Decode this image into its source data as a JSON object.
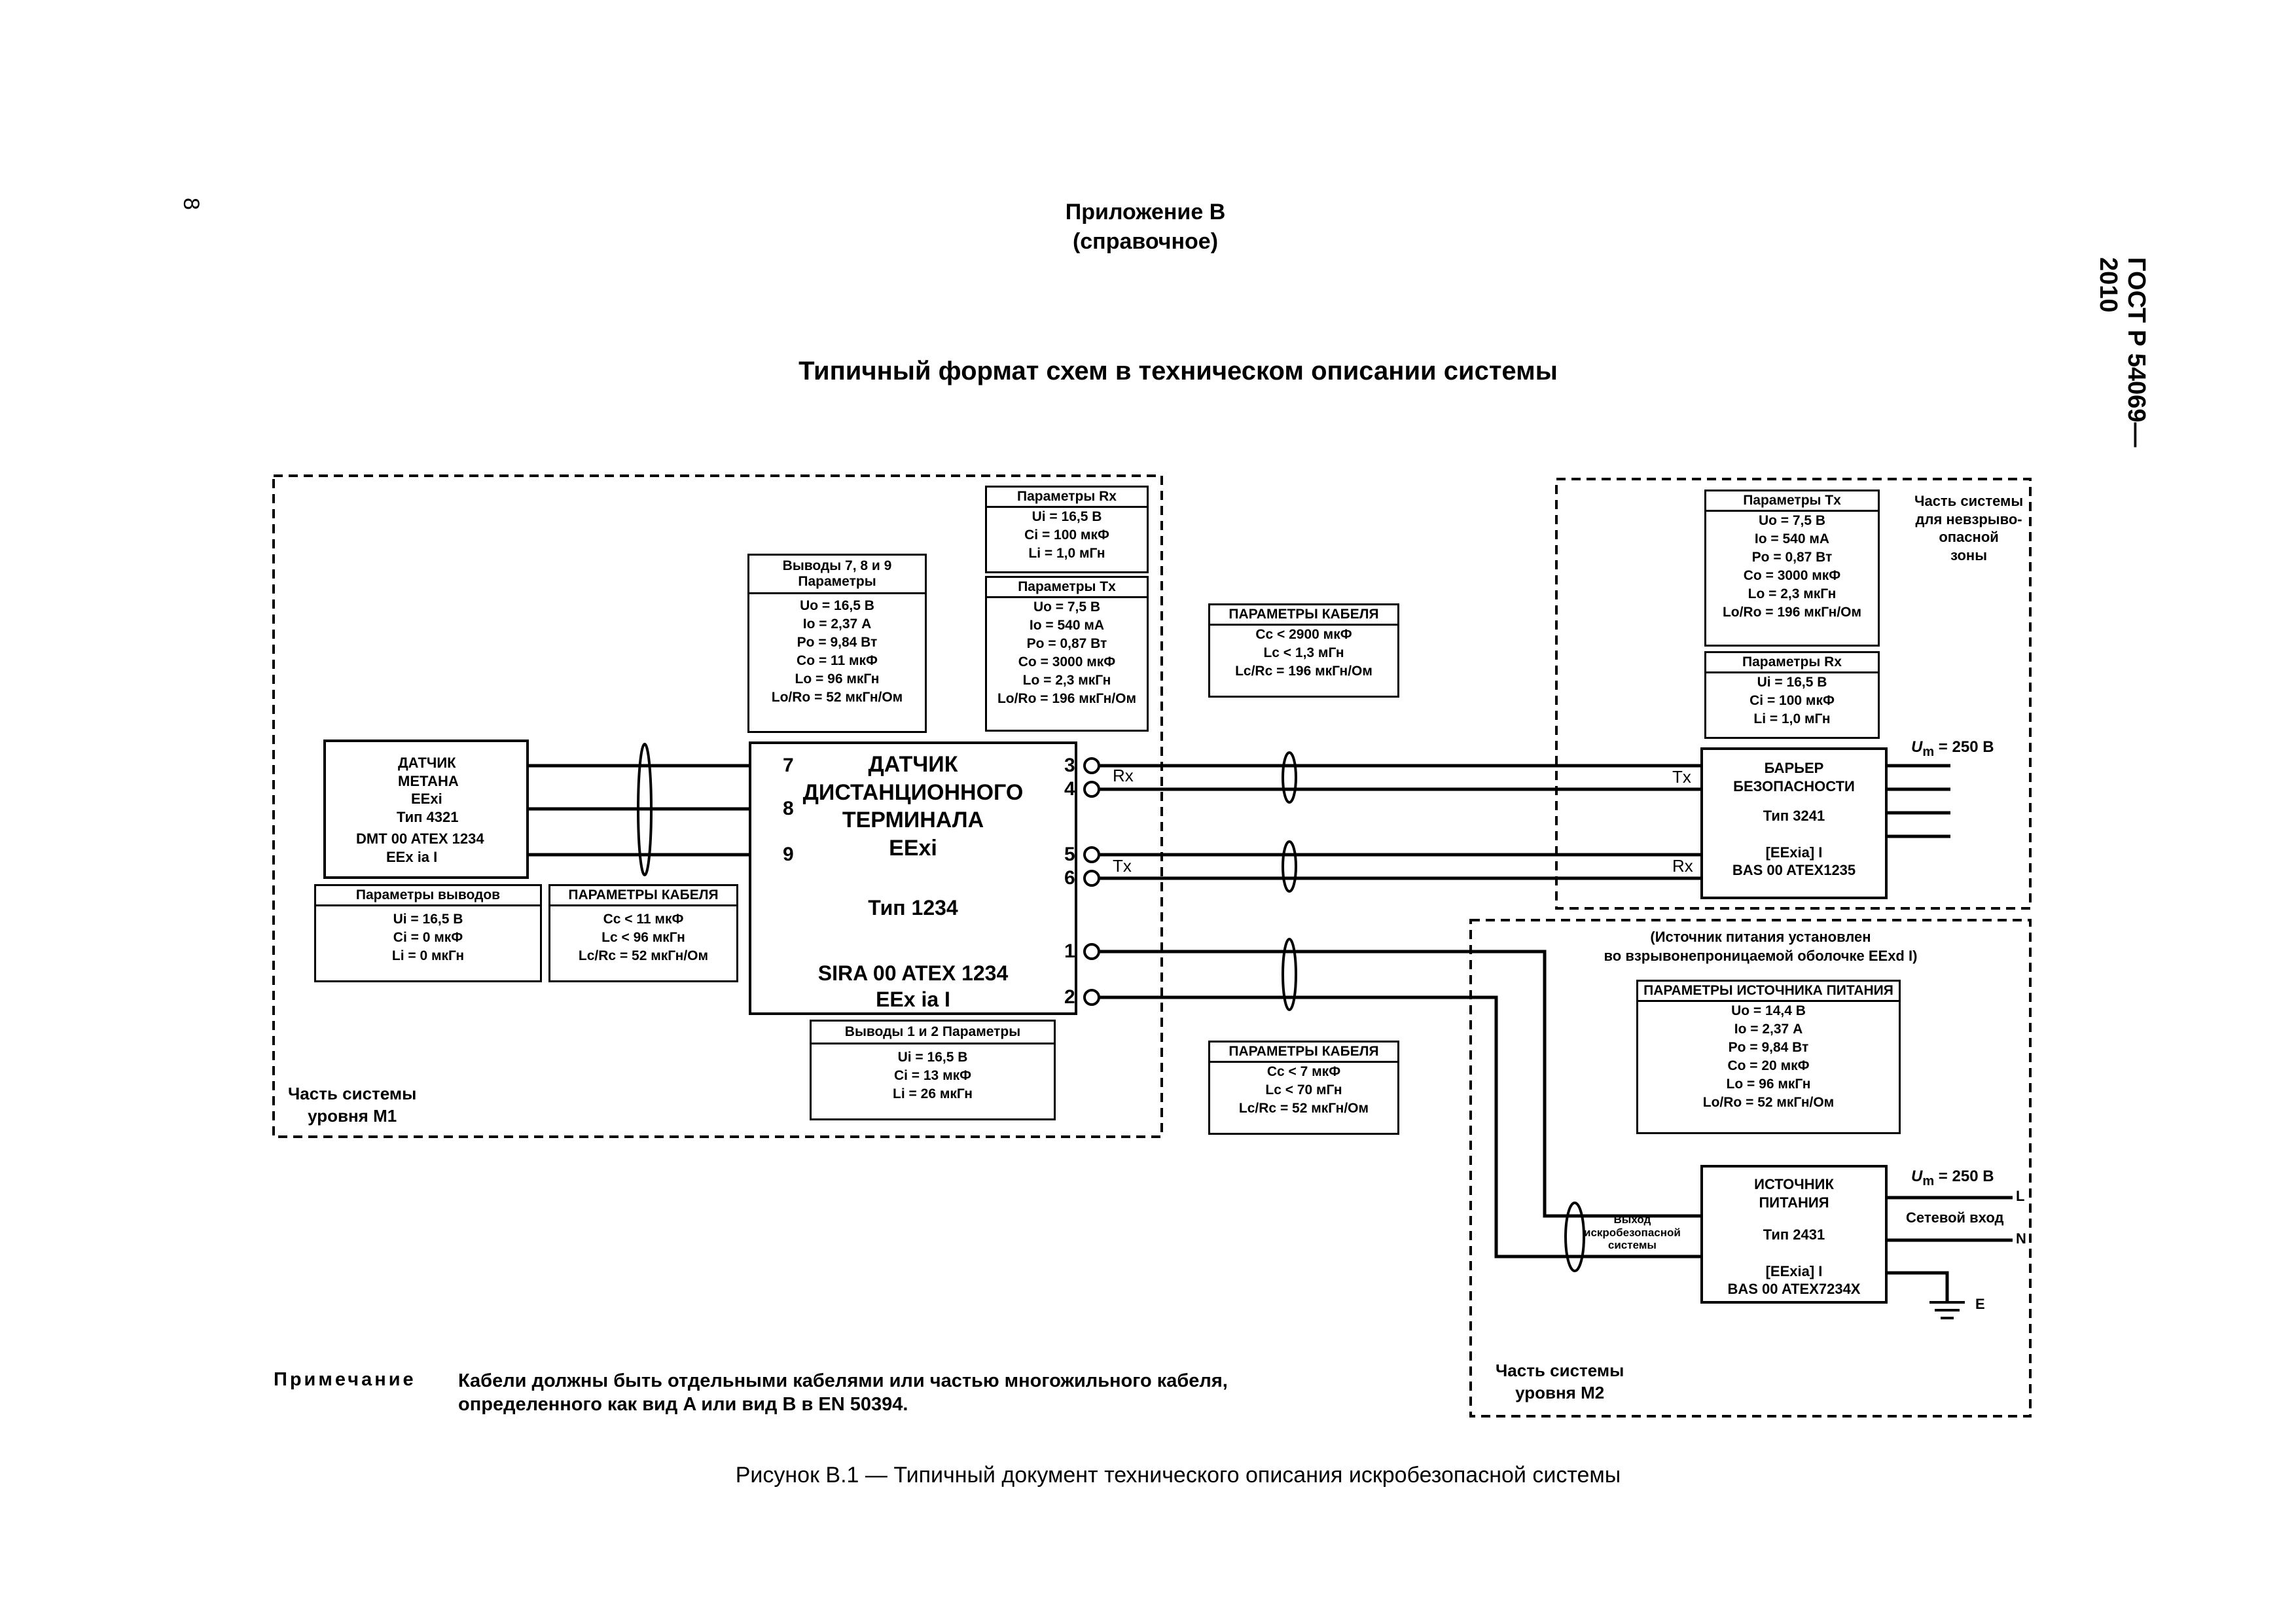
{
  "page": {
    "page_number": "8",
    "standard": "ГОСТ Р 54069—2010",
    "appendix_title": "Приложение В",
    "appendix_type": "(справочное)",
    "section_title": "Типичный формат схем в техническом описании системы",
    "figure_caption": "Рисунок В.1 — Типичный документ технического описания искробезопасной системы",
    "note_label": "Примечание",
    "note_text_line1": "Кабели должны быть отдельными кабелями или частью многожильного кабеля,",
    "note_text_line2": "определенного как вид A или вид B в EN 50394."
  },
  "zones": {
    "m1": [
      "Часть системы",
      "уровня M1"
    ],
    "m2": [
      "Часть системы",
      "уровня M2"
    ],
    "safe": [
      "Часть системы",
      "для невзрыво-",
      "опасной",
      "зоны"
    ]
  },
  "methane_sensor": {
    "lines": [
      "ДАТЧИК",
      "МЕТАНА",
      "EExi",
      "Тип 4321",
      "DMT 00 ATEX 1234",
      "EEx ia I"
    ]
  },
  "terminal": {
    "title": [
      "ДАТЧИК",
      "ДИСТАНЦИОННОГО",
      "ТЕРМИНАЛА",
      "EExi"
    ],
    "type": "Тип 1234",
    "cert": [
      "SIRA 00 ATEX 1234",
      "EEx ia I"
    ],
    "pins_left": [
      "7",
      "8",
      "9"
    ],
    "pins_right": [
      "3",
      "4",
      "5",
      "6",
      "1",
      "2"
    ]
  },
  "barrier": {
    "lines": [
      "БАРЬЕР",
      "БЕЗОПАСНОСТИ",
      "Тип 3241",
      "[EExia] I",
      "BAS 00 ATEX1235"
    ],
    "um": "U",
    "um_sub": "m",
    "um_value": " = 250 В"
  },
  "power_source": {
    "lines": [
      "ИСТОЧНИК",
      "ПИТАНИЯ",
      "Тип 2431",
      "[EExia] I",
      "BAS 00 ATEX7234X"
    ],
    "um": "U",
    "um_sub": "m",
    "um_value": " = 250 В",
    "mains_label": "Сетевой вход",
    "L": "L",
    "N": "N",
    "E": "E",
    "output_label": [
      "Выход",
      "искробезопасной",
      "системы"
    ]
  },
  "signals": {
    "rx": "Rx",
    "tx": "Tx"
  },
  "boxes": {
    "pins789": {
      "header": [
        "Выводы 7, 8 и 9",
        "Параметры"
      ],
      "lines": [
        "Uo = 16,5 В",
        "Io = 2,37 А",
        "Po = 9,84 Вт",
        "Co = 11 мкФ",
        "Lo = 96 мкГн",
        "Lo/Ro = 52 мкГн/Ом"
      ]
    },
    "rx_term": {
      "header": [
        "Параметры Rx"
      ],
      "lines": [
        "Ui = 16,5 В",
        "Ci = 100 мкФ",
        "Li = 1,0 мГн"
      ]
    },
    "tx_term": {
      "header": [
        "Параметры Tx"
      ],
      "lines": [
        "Uo = 7,5 В",
        "Io = 540 мА",
        "Po = 0,87 Вт",
        "Co = 3000 мкФ",
        "Lo = 2,3 мкГн",
        "Lo/Ro = 196 мкГн/Ом"
      ]
    },
    "cable1": {
      "header": [
        "ПАРАМЕТРЫ КАБЕЛЯ"
      ],
      "lines": [
        "Cc < 2900 мкФ",
        "Lc < 1,3 мГн",
        "Lc/Rc = 196 мкГн/Ом"
      ]
    },
    "tx_bar": {
      "header": [
        "Параметры Tx"
      ],
      "lines": [
        "Uo = 7,5 В",
        "Io = 540 мА",
        "Po = 0,87 Вт",
        "Co = 3000 мкФ",
        "Lo = 2,3 мкГн",
        "Lo/Ro = 196 мкГн/Ом"
      ]
    },
    "rx_bar": {
      "header": [
        "Параметры Rx"
      ],
      "lines": [
        "Ui = 16,5 В",
        "Ci = 100 мкФ",
        "Li = 1,0 мГн"
      ]
    },
    "out_params": {
      "header": [
        "Параметры выводов"
      ],
      "lines": [
        "Ui = 16,5 В",
        "Ci = 0 мкФ",
        "Li = 0 мкГн"
      ]
    },
    "cable2": {
      "header": [
        "ПАРАМЕТРЫ КАБЕЛЯ"
      ],
      "lines": [
        "Cc < 11 мкФ",
        "Lc < 96 мкГн",
        "Lc/Rc = 52 мкГн/Ом"
      ]
    },
    "pins12": {
      "header": [
        "Выводы 1 и 2 Параметры"
      ],
      "lines": [
        "Ui = 16,5 В",
        "Ci = 13 мкФ",
        "Li = 26 мкГн"
      ]
    },
    "cable3": {
      "header": [
        "ПАРАМЕТРЫ КАБЕЛЯ"
      ],
      "lines": [
        "Cc < 7 мкФ",
        "Lc < 70 мГн",
        "Lc/Rc = 52 мкГн/Ом"
      ]
    },
    "ps_note": [
      "(Источник питания установлен",
      "во взрывонепроницаемой оболочке EExd I)"
    ],
    "ps_params": {
      "header": [
        "ПАРАМЕТРЫ ИСТОЧНИКА ПИТАНИЯ"
      ],
      "lines": [
        "Uo = 14,4 В",
        "Io = 2,37 А",
        "Po = 9,84 Вт",
        "Co = 20 мкФ",
        "Lo = 96 мкГн",
        "Lo/Ro = 52 мкГн/Ом"
      ]
    }
  }
}
